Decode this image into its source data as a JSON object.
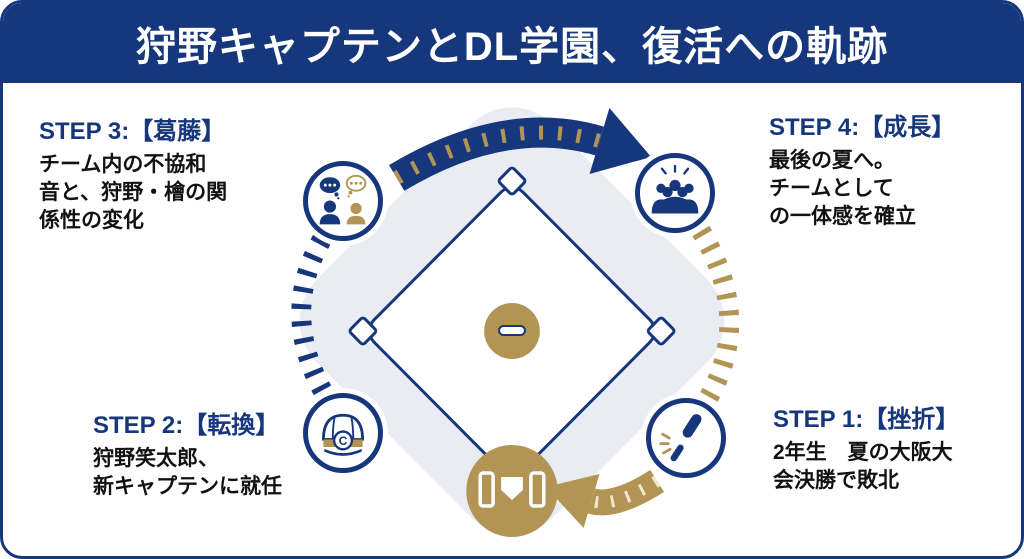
{
  "title": "狩野キャプテンとDL学園、復活への軌跡",
  "colors": {
    "navy": "#17377d",
    "gold": "#b29455",
    "field_gray": "#e9ecf2",
    "text": "#121212",
    "background": "#ffffff"
  },
  "steps": [
    {
      "label": "STEP 1:【挫折】",
      "desc": "2年生　夏の大阪大\n会決勝で敗北",
      "icon": "broken-bat-icon"
    },
    {
      "label": "STEP 2:【転換】",
      "desc": "狩野笑太郎、\n新キャプテンに就任",
      "icon": "captain-cap-icon"
    },
    {
      "label": "STEP 3:【葛藤】",
      "desc": "チーム内の不協和\n音と、狩野・檜の関\n係性の変化",
      "icon": "conflict-bubbles-icon"
    },
    {
      "label": "STEP 4:【成長】",
      "desc": "最後の夏へ。\nチームとして\nの一体感を確立",
      "icon": "team-unity-icon"
    }
  ],
  "cap_letter": "C"
}
